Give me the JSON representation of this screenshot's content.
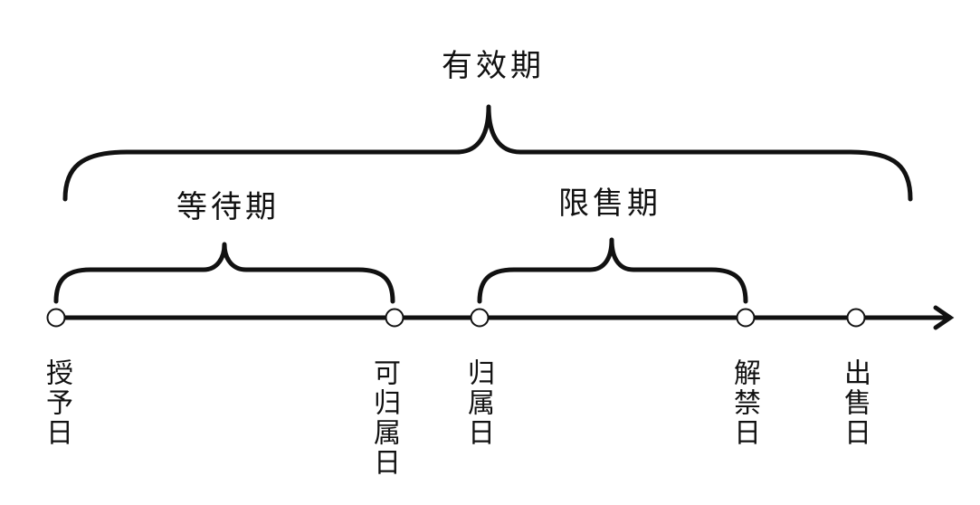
{
  "periods": {
    "validity": "有效期",
    "waiting": "等待期",
    "restricted": "限售期"
  },
  "dates": {
    "grant": "授予日",
    "vestable": "可归属日",
    "vesting": "归属日",
    "unlock": "解禁日",
    "sale": "出售日"
  },
  "colors": {
    "line": "#111111",
    "node_fill": "#ffffff"
  }
}
